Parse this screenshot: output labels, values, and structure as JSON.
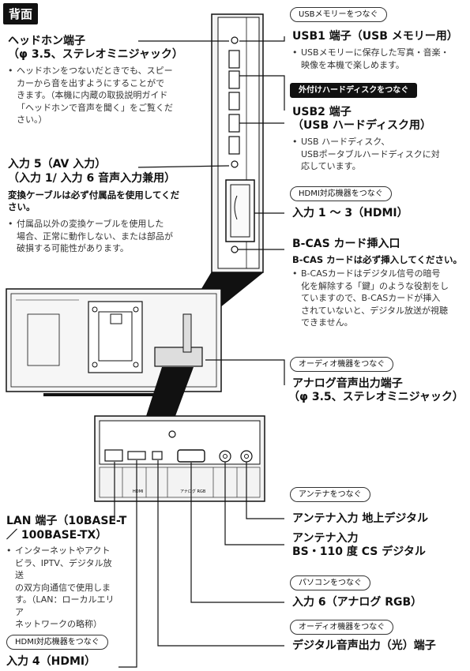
{
  "badge": "背面",
  "headphone": {
    "title1": "ヘッドホン端子",
    "title2": "（φ 3.5、ステレオミニジャック）",
    "bullet": "ヘッドホンをつないだときでも、スピー\nカーから音を出すようにすることがで\nきます。（本機に内蔵の取扱説明ガイド\n「ヘッドホンで音声を聞く」をご覧くだ\nさい。）"
  },
  "input5": {
    "title1": "入力 5（AV 入力）",
    "title2": "（入力 1/ 入力 6 音声入力兼用）",
    "note": "変換ケーブルは必ず付属品を使用してくだ\nさい。",
    "bullet": "付属品以外の変換ケーブルを使用した\n場合、正常に動作しない、または部品が\n破損する可能性があります。"
  },
  "usb1": {
    "pill": "USBメモリーをつなぐ",
    "title": "USB1 端子（USB メモリー用）",
    "bullet": "USBメモリーに保存した写真・音楽・\n映像を本機で楽しめます。"
  },
  "usb2": {
    "pill": "外付けハードディスクをつなぐ",
    "title1": "USB2 端子",
    "title2": "（USB ハードディスク用）",
    "bullet": "USB ハードディスク、\nUSBポータブルハードディスクに対\n応しています。"
  },
  "hdmi13": {
    "pill": "HDMI対応機器をつなぐ",
    "title": "入力 1 ～ 3（HDMI）"
  },
  "bcas": {
    "title": "B-CAS カード挿入口",
    "note": "B-CAS カードは必ず挿入してください。",
    "bullet": "B-CASカードはデジタル信号の暗号\n化を解除する「鍵」のような役割をし\nていますので、B-CASカードが挿入\nされていないと、デジタル放送が視聴\nできません。"
  },
  "analog_audio": {
    "pill": "オーディオ機器をつなぐ",
    "title1": "アナログ音声出力端子",
    "title2": "（φ 3.5、ステレオミニジャック）"
  },
  "antenna": {
    "pill": "アンテナをつなぐ",
    "terrestrial": "アンテナ入力 地上デジタル",
    "bs1": "アンテナ入力",
    "bs2": "BS・110 度 CS デジタル"
  },
  "lan": {
    "title1": "LAN 端子（10BASE-T",
    "title2": "／ 100BASE-TX）",
    "bullet": "インターネットやアクト\nビラ、IPTV、デジタル放送\nの双方向通信で使用しま\nす。（LAN：ローカルエリア\nネットワークの略称）"
  },
  "input6": {
    "pill": "パソコンをつなぐ",
    "title": "入力 6（アナログ RGB）"
  },
  "optical": {
    "pill": "オーディオ機器をつなぐ",
    "title": "デジタル音声出力（光）端子"
  },
  "input4": {
    "pill": "HDMI対応機器をつなぐ",
    "title": "入力 4（HDMI）"
  },
  "panel_labels": {
    "hdmi": "HDMI",
    "analog_rgb": "アナログ RGB"
  }
}
